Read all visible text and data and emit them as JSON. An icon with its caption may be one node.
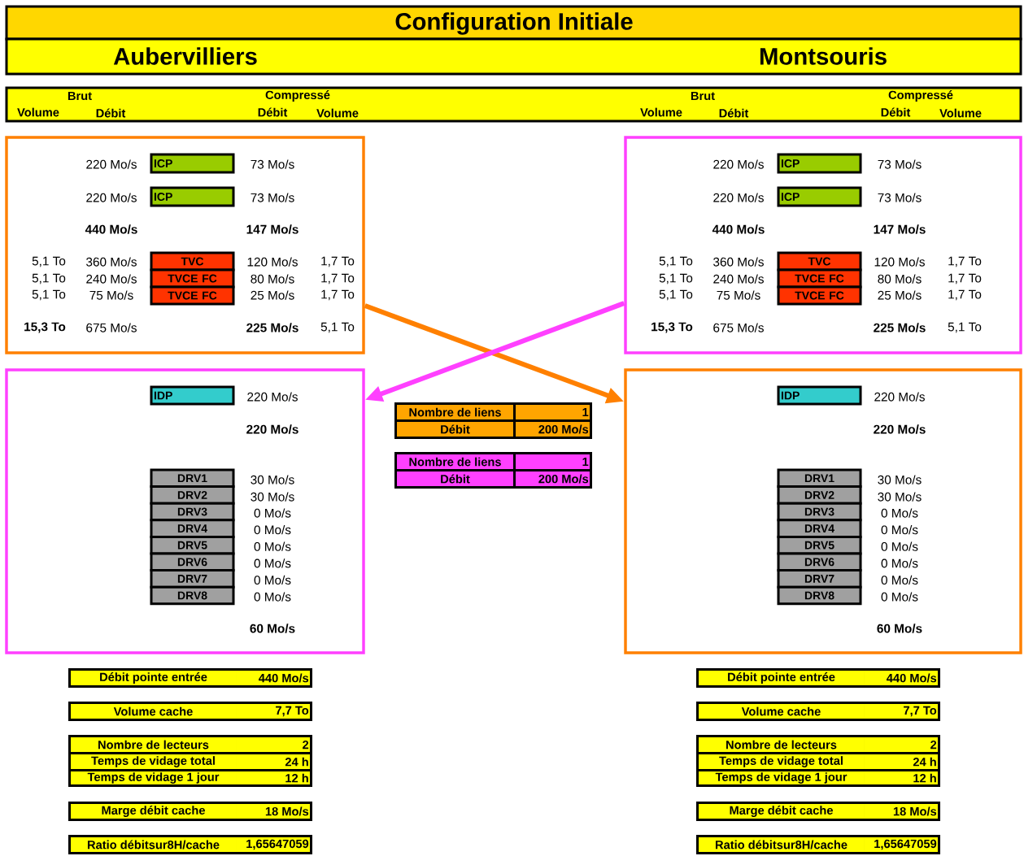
{
  "diagram": {
    "title": "Configuration Initiale",
    "nodes": [
      {
        "text": [],
        "shape": "box"
      },
      {
        "text": [
          "ICP"
        ],
        "in": 0
      },
      {
        "text": [
          "ICP"
        ],
        "in": 0
      },
      {
        "text": [
          "TVC"
        ],
        "in": 0
      },
      {
        "text": [
          "TVCE FC"
        ],
        "in": 0
      },
      {
        "text": [
          "TVCE FC"
        ],
        "in": 0
      },
      {
        "text": [],
        "shape": "box"
      },
      {
        "text": [
          "ICP"
        ],
        "in": 6
      },
      {
        "text": [
          "ICP"
        ],
        "in": 6
      },
      {
        "text": [
          "TVC"
        ],
        "in": 6
      },
      {
        "text": [
          "TVCE FC"
        ],
        "in": 6
      },
      {
        "text": [
          "TVCE FC"
        ],
        "in": 6
      },
      {
        "text": [],
        "shape": "box"
      },
      {
        "text": [
          "IDP"
        ],
        "in": 12
      },
      {
        "text": [
          "DRV1"
        ],
        "in": 12
      },
      {
        "text": [
          "DRV2"
        ],
        "in": 12
      },
      {
        "text": [
          "DRV3"
        ],
        "in": 12
      },
      {
        "text": [
          "DRV4"
        ],
        "in": 12
      },
      {
        "text": [
          "DRV5"
        ],
        "in": 12
      },
      {
        "text": [
          "DRV6"
        ],
        "in": 12
      },
      {
        "text": [
          "DRV7"
        ],
        "in": 12
      },
      {
        "text": [
          "DRV8"
        ],
        "in": 12
      },
      {
        "text": [],
        "shape": "box"
      },
      {
        "text": [
          "IDP"
        ],
        "in": 22
      },
      {
        "text": [
          "DRV1"
        ],
        "in": 22
      },
      {
        "text": [
          "DRV2"
        ],
        "in": 22
      },
      {
        "text": [
          "DRV3"
        ],
        "in": 22
      },
      {
        "text": [
          "DRV4"
        ],
        "in": 22
      },
      {
        "text": [
          "DRV5"
        ],
        "in": 22
      },
      {
        "text": [
          "DRV6"
        ],
        "in": 22
      },
      {
        "text": [
          "DRV7"
        ],
        "in": 22
      },
      {
        "text": [
          "DRV8"
        ],
        "in": 22
      }
    ],
    "edges": [
      {
        "from": 0,
        "to": 22,
        "arrow": "to",
        "color": "#ff8000"
      },
      {
        "from": 6,
        "to": 12,
        "arrow": "to",
        "color": "#ff40ff"
      }
    ],
    "labels": [
      "Aubervilliers",
      "Montsouris",
      "Brut",
      "Compressé",
      "Volume",
      "Débit",
      "Débit",
      "Volume",
      "Brut",
      "Compressé",
      "Volume",
      "Débit",
      "Débit",
      "Volume",
      "220 Mo/s",
      "73 Mo/s",
      "220 Mo/s",
      "73 Mo/s",
      "440 Mo/s",
      "147 Mo/s",
      "5,1 To",
      "360 Mo/s",
      "120 Mo/s",
      "1,7 To",
      "5,1 To",
      "240 Mo/s",
      "80 Mo/s",
      "1,7 To",
      "5,1 To",
      "75 Mo/s",
      "25 Mo/s",
      "1,7 To",
      "15,3 To",
      "675 Mo/s",
      "225 Mo/s",
      "5,1 To",
      "220 Mo/s",
      "73 Mo/s",
      "220 Mo/s",
      "73 Mo/s",
      "440 Mo/s",
      "147 Mo/s",
      "5,1 To",
      "360 Mo/s",
      "120 Mo/s",
      "1,7 To",
      "5,1 To",
      "240 Mo/s",
      "80 Mo/s",
      "1,7 To",
      "5,1 To",
      "75 Mo/s",
      "25 Mo/s",
      "1,7 To",
      "15,3 To",
      "675 Mo/s",
      "225 Mo/s",
      "5,1 To",
      "220 Mo/s",
      "220 Mo/s",
      "30 Mo/s",
      "30 Mo/s",
      "0 Mo/s",
      "0 Mo/s",
      "0 Mo/s",
      "0 Mo/s",
      "0 Mo/s",
      "0 Mo/s",
      "60 Mo/s",
      "Nombre de liens",
      "1",
      "Débit",
      "200 Mo/s",
      "Nombre de liens",
      "1",
      "Débit",
      "200 Mo/s",
      "220 Mo/s",
      "220 Mo/s",
      "30 Mo/s",
      "30 Mo/s",
      "0 Mo/s",
      "0 Mo/s",
      "0 Mo/s",
      "0 Mo/s",
      "0 Mo/s",
      "0 Mo/s",
      "60 Mo/s",
      "Débit pointe entrée",
      "440 Mo/s",
      "Volume cache",
      "7,7 To",
      "Nombre de lecteurs",
      "2",
      "Temps de vidage total",
      "24 h",
      "Temps de vidage 1 jour",
      "12 h",
      "Marge débit cache",
      "18 Mo/s",
      "Ratio débitsur8H/cache",
      "1,65647059",
      "Débit pointe entrée",
      "440 Mo/s",
      "Volume cache",
      "7,7 To",
      "Nombre de lecteurs",
      "2",
      "Temps de vidage total",
      "24 h",
      "Temps de vidage 1 jour",
      "12 h",
      "Marge débit cache",
      "18 Mo/s",
      "Ratio débitsur8H/cache",
      "1,65647059"
    ]
  }
}
